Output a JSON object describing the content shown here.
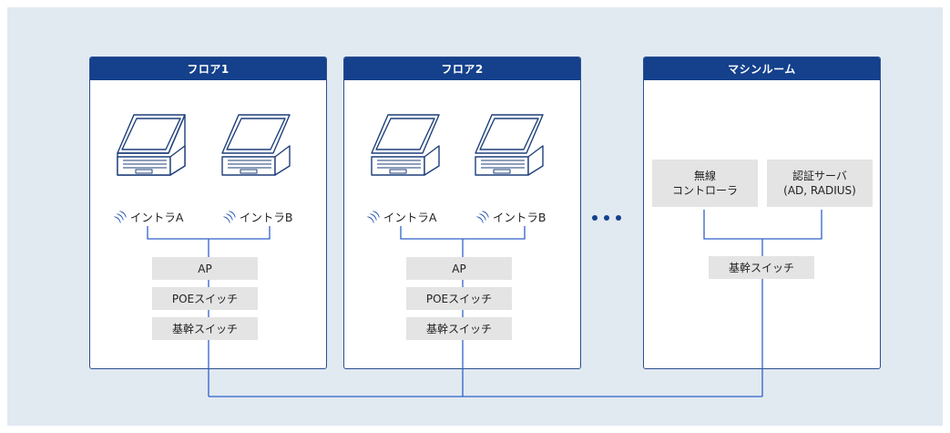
{
  "colors": {
    "background": "#e1e9f1",
    "header": "#14408c",
    "line": "#2f62c8",
    "box": "#e4e4e4"
  },
  "floor1": {
    "title": "フロア1",
    "clients": [
      "イントラA",
      "イントラB"
    ],
    "ap": "AP",
    "poe_switch": "POEスイッチ",
    "core_switch": "基幹スイッチ"
  },
  "floor2": {
    "title": "フロア2",
    "clients": [
      "イントラA",
      "イントラB"
    ],
    "ap": "AP",
    "poe_switch": "POEスイッチ",
    "core_switch": "基幹スイッチ"
  },
  "machine_room": {
    "title": "マシンルーム",
    "wireless_controller": "無線\nコントローラ",
    "auth_server": "認証サーバ\n(AD, RADIUS)",
    "core_switch": "基幹スイッチ"
  },
  "icons": {
    "client": "laptop-icon",
    "signal": "wifi-icon",
    "continuation": "ellipsis-icon"
  }
}
